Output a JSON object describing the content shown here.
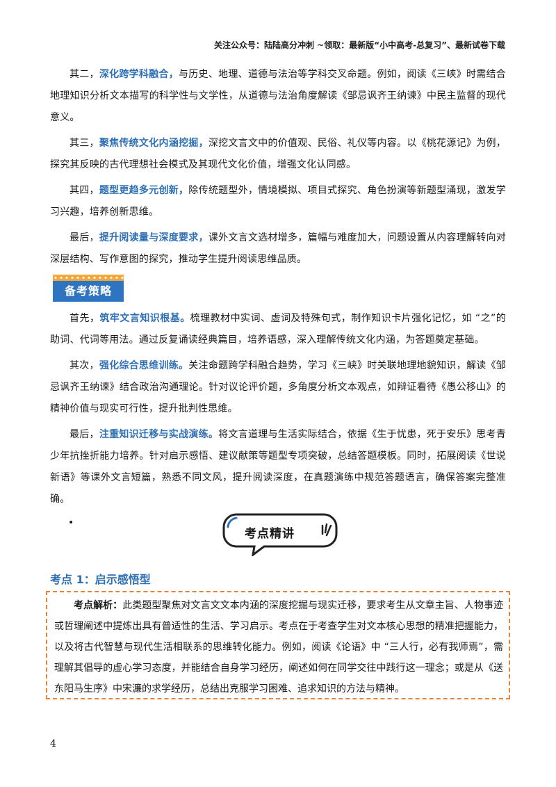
{
  "header": {
    "text": "关注公众号：陆陆高分冲刺 ~领取：最新版“小中高考-总复习”、最新试卷下载"
  },
  "trends": [
    {
      "prefix": "其二，",
      "highlight": "深化跨学科融合，",
      "text": "与历史、地理、道德与法治等学科交叉命题。例如，阅读《三峡》时需结合地理知识分析文本描写的科学性与文学性，从道德与法治角度解读《邹忌讽齐王纳谏》中民主监督的现代意义。"
    },
    {
      "prefix": "其三，",
      "highlight": "聚焦传统文化内涵挖掘，",
      "text": "深挖文言文中的价值观、民俗、礼仪等内容。以《桃花源记》为例，探究其反映的古代理想社会模式及其现代文化价值，增强文化认同感。"
    },
    {
      "prefix": "其四，",
      "highlight": "题型更趋多元创新，",
      "text": "除传统题型外，情境模拟、项目式探究、角色扮演等新题型涌现，激发学习兴趣，培养创新思维。"
    },
    {
      "prefix": "最后，",
      "highlight": "提升阅读量与深度要求，",
      "text": "课外文言文选材增多，篇幅与难度加大，问题设置从内容理解转向对深层结构、写作意图的探究，推动学生提升阅读思维品质。"
    }
  ],
  "strategy_tag": "备考策略",
  "strategies": [
    {
      "prefix": "首先，",
      "highlight": "筑牢文言知识根基。",
      "text": "梳理教材中实词、虚词及特殊句式，制作知识卡片强化记忆，如 “之”的助词、代词等用法。通过反复诵读经典篇目，培养语感，深入理解传统文化内涵，为答题奠定基础。"
    },
    {
      "prefix": "其次，",
      "highlight": "强化综合思维训练。",
      "text": "关注命题跨学科融合趋势，学习《三峡》时关联地理地貌知识，解读《邹忌讽齐王纳谏》结合政治沟通理论。针对议论评价题，多角度分析文本观点，如辩证看待《愚公移山》的精神价值与现实可行性，提升批判性思维。"
    },
    {
      "prefix": "最后，",
      "highlight": "注重知识迁移与实战演练。",
      "text": "将文言道理与生活实际结合，依据《生于忧患，死于安乐》思考青少年抗挫折能力培养。针对启示感悟、建议献策等题型专项突破，总结答题模板。同时，拓展阅读《世说新语》等课外文言短篇，熟悉不同文风，提升阅读深度，在真题演练中规范答题语言，确保答案完整准确。"
    }
  ],
  "bullet": "•",
  "banner": {
    "label": "考点精讲"
  },
  "section": {
    "title": "考点 1：启示感悟型"
  },
  "analysis": {
    "label": "考点解析：",
    "text": "此类题型聚焦对文言文文本内涵的深度挖掘与现实迁移，要求考生从文章主旨、人物事迹或哲理阐述中提炼出具有普适性的生活、学习启示。考点在于考查学生对文本核心思想的精准把握能力，以及将古代智慧与现代生活相联系的思维转化能力。例如，阅读《论语》中 “三人行，必有我师焉”，需理解其倡导的虚心学习态度，并能结合自身学习经历，阐述如何在同学交往中践行这一理念；或是从《送东阳马生序》中宋濂的求学经历，总结出克服学习困难、追求知识的方法与精神。"
  },
  "page_number": "4",
  "colors": {
    "highlight": "#2f6fb5",
    "tag_bg": "#2f74c0",
    "tag_dots": "#f2a93b",
    "box_border": "#e8823a"
  }
}
